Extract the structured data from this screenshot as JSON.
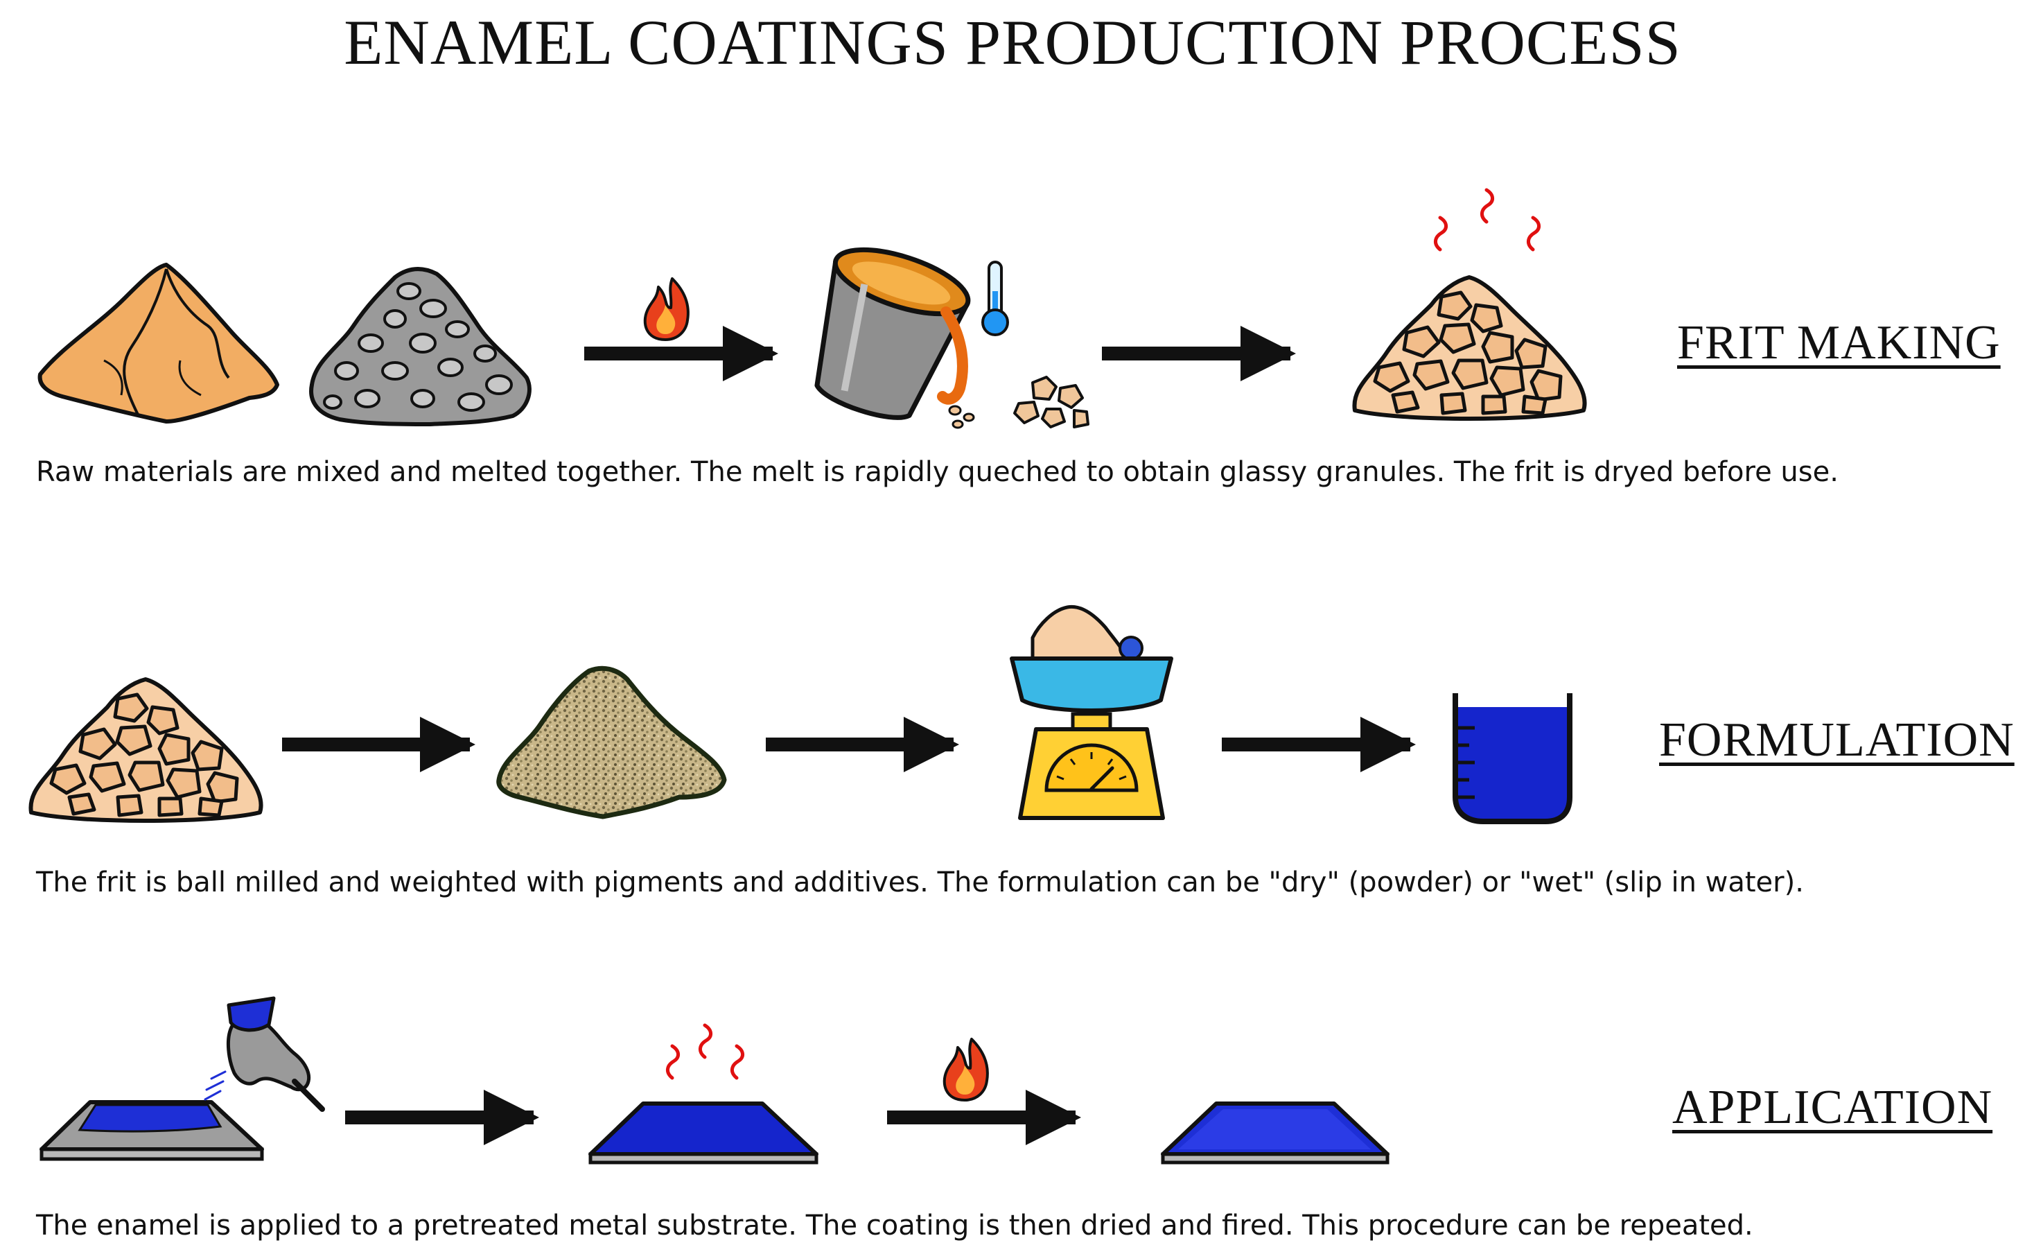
{
  "title": "ENAMEL COATINGS PRODUCTION PROCESS",
  "colors": {
    "sand": "#f2ad63",
    "gravel": "#9a9a9a",
    "frit": "#f7cfa6",
    "milled": "#b8a477",
    "enamel_blue": "#1525cc",
    "flame": "#e8401c",
    "scale_yellow": "#ffd034",
    "scale_cyan": "#3ab8e6",
    "steam": "#e01010",
    "outline": "#111111"
  },
  "stages": [
    {
      "label": "FRIT MAKING",
      "caption": "Raw materials are mixed and melted together. The melt is rapidly queched to obtain glassy granules. The frit is dryed before use.",
      "icons": [
        "sand-pile-icon",
        "gravel-pile-icon",
        "flame-icon",
        "crucible-pour-icon",
        "thermometer-icon",
        "granules-icon",
        "hot-frit-pile-icon"
      ]
    },
    {
      "label": "FORMULATION",
      "caption": "The frit is ball milled and weighted with pigments and additives. The formulation can be \"dry\" (powder) or \"wet\" (slip in water).",
      "icons": [
        "frit-pile-icon",
        "milled-powder-icon",
        "weighing-scale-icon",
        "beaker-icon"
      ]
    },
    {
      "label": "APPLICATION",
      "caption": "The enamel is applied to a pretreated metal substrate. The coating is then dried and fired. This procedure can be repeated.",
      "icons": [
        "spray-gun-icon",
        "coated-plate-icon",
        "drying-plate-icon",
        "flame-icon",
        "fired-plate-icon"
      ]
    }
  ]
}
